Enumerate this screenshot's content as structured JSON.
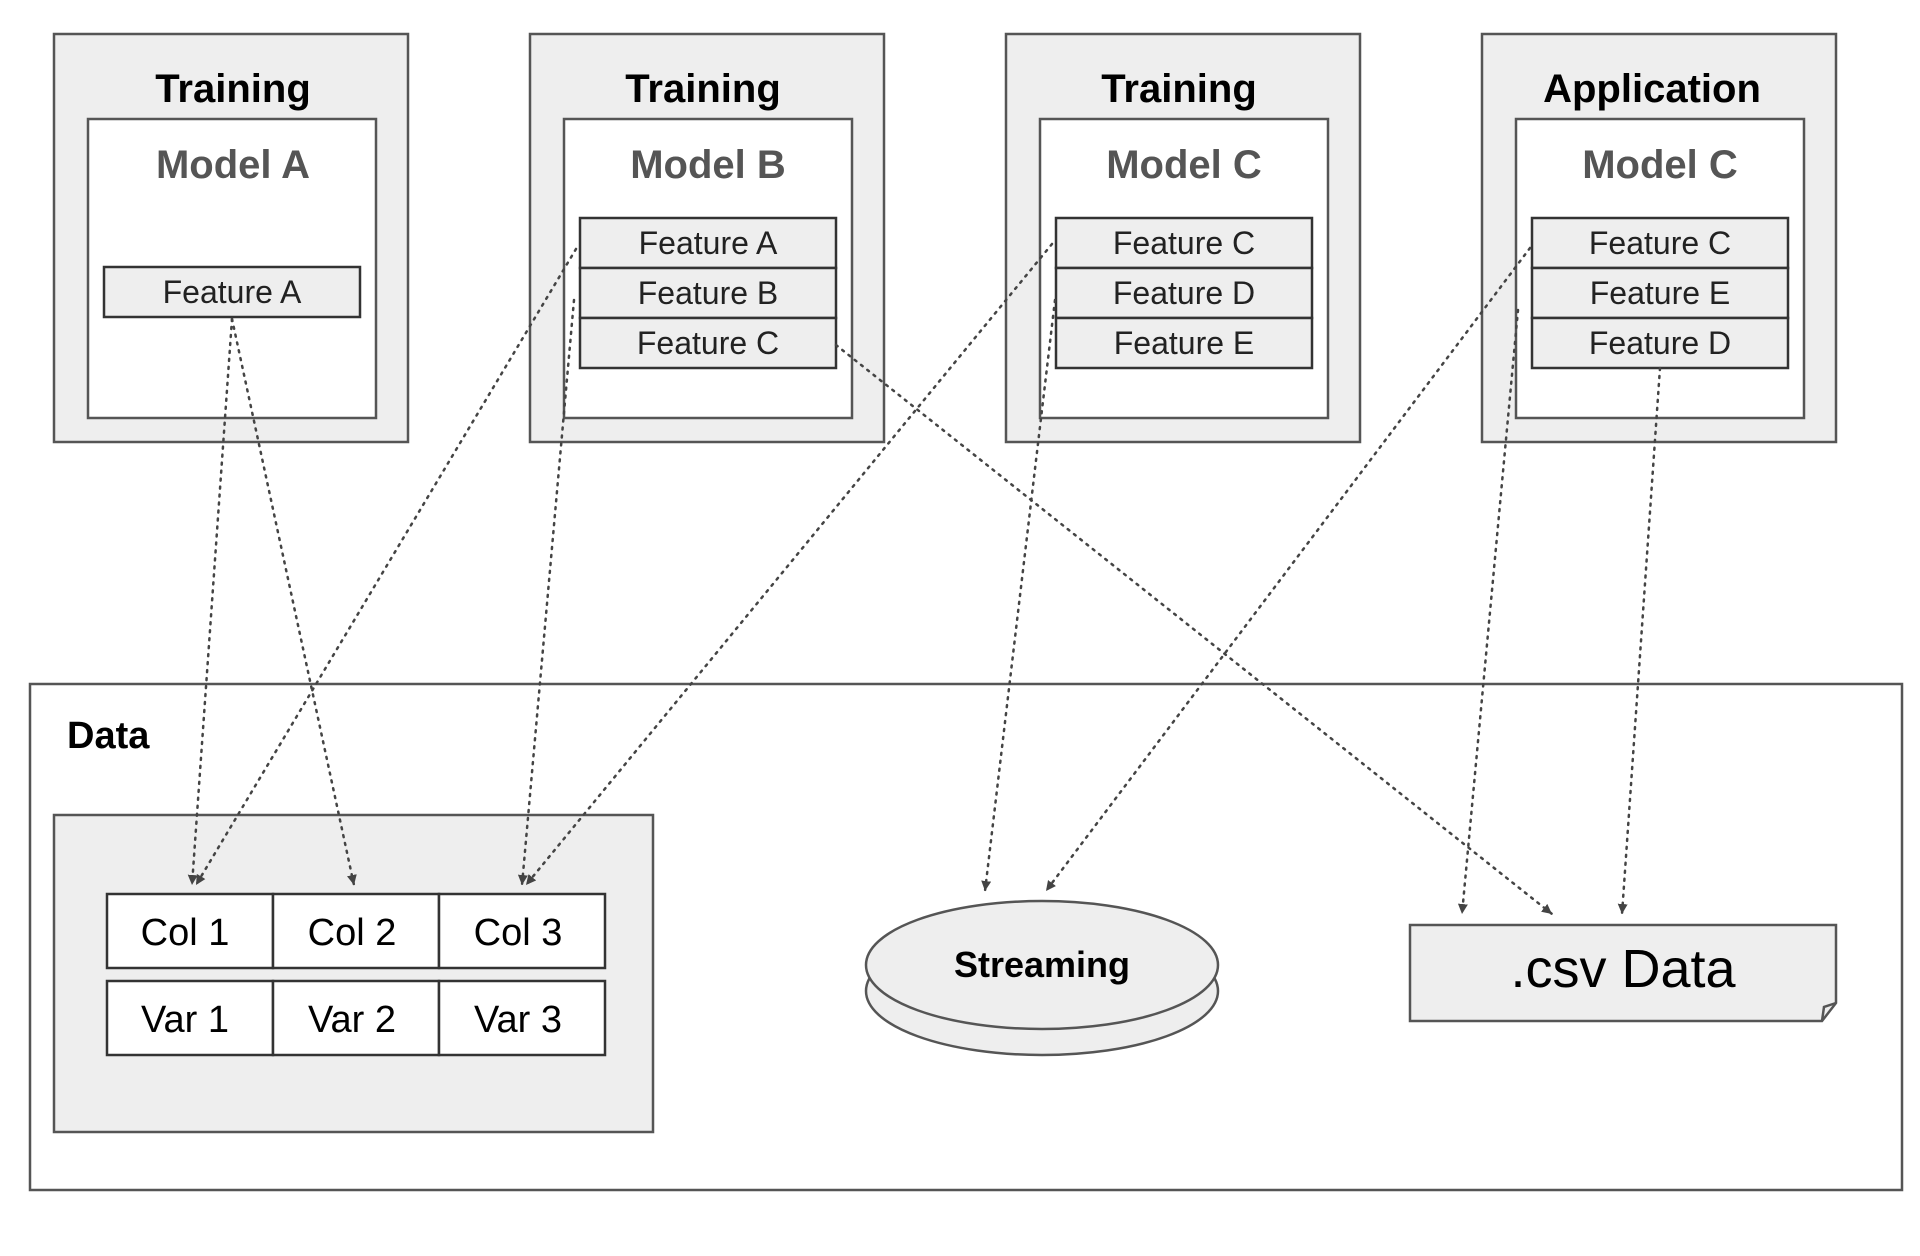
{
  "panels": [
    {
      "title": "Training",
      "model": "Model A",
      "features": [
        "Feature A"
      ]
    },
    {
      "title": "Training",
      "model": "Model B",
      "features": [
        "Feature A",
        "Feature B",
        "Feature C"
      ]
    },
    {
      "title": "Training",
      "model": "Model C",
      "features": [
        "Feature C",
        "Feature D",
        "Feature E"
      ]
    },
    {
      "title": "Application",
      "model": "Model C",
      "features": [
        "Feature C",
        "Feature E",
        "Feature D"
      ]
    }
  ],
  "data": {
    "label": "Data",
    "table": {
      "columns": [
        "Col 1",
        "Col 2",
        "Col 3"
      ],
      "values": [
        "Var 1",
        "Var 2",
        "Var 3"
      ]
    },
    "streaming_label": "Streaming",
    "csv_label": ".csv Data"
  },
  "colors": {
    "panel_fill": "#eeeeee",
    "box_fill": "#ffffff",
    "stroke": "#555555",
    "model_text": "#555555"
  }
}
